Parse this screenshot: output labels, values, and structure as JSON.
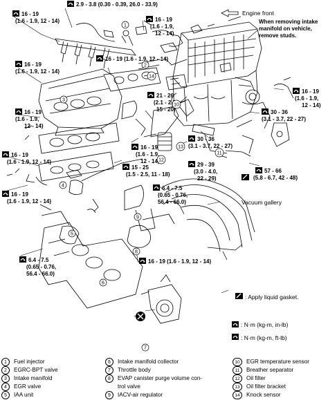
{
  "torque_labels": [
    {
      "id": "t1",
      "line1": "2.9 - 3.8 (0.30 - 0.39, 26.0 - 33.9)"
    },
    {
      "id": "t2",
      "line1": "16 - 19",
      "line2": "(1.6 - 1.9, 12 - 14)"
    },
    {
      "id": "t3",
      "line1": "16 - 19",
      "line2": "(1.6 - 1.9,",
      "line3": "12 - 14)"
    },
    {
      "id": "t4",
      "line1": "16 - 19 (1.6 - 1.9, 12 - 14)"
    },
    {
      "id": "t5",
      "line1": "16 - 19",
      "line2": "(1.6 - 1.9, 12 - 14)"
    },
    {
      "id": "t6",
      "line1": "16 - 19",
      "line2": "(1.6 - 1.9,",
      "line3": "12 - 14)"
    },
    {
      "id": "t7",
      "line1": "21 - 26",
      "line2": "(2.1 - 2.7,",
      "line3": "15 - 20)"
    },
    {
      "id": "t8",
      "line1": "16 - 19",
      "line2": "(1.6 - 1.9,",
      "line3": "12 - 14)"
    },
    {
      "id": "t9",
      "line1": "30 - 36",
      "line2": "(3.1 - 3.7, 22 - 27)"
    },
    {
      "id": "t10",
      "line1": "16 - 19",
      "line2": "(1.6 - 1.9, 12 - 14)"
    },
    {
      "id": "t11",
      "line1": "30 - 36",
      "line2": "(3.1 - 3.7, 22 - 27)"
    },
    {
      "id": "t12",
      "line1": "16 - 19",
      "line2": "(1.6 - 1.9,",
      "line3": "12 - 14)"
    },
    {
      "id": "t13",
      "line1": "29 - 39",
      "line2": "(3.0 - 4.0,",
      "line3": "22 - 29)"
    },
    {
      "id": "t14",
      "line1": "15 - 25",
      "line2": "(1.5 - 2.5, 11 - 18)"
    },
    {
      "id": "t15",
      "line1": "57 - 66",
      "line2": "(5.8 - 6.7, 42 - 48)"
    },
    {
      "id": "t16",
      "line1": "16 - 19",
      "line2": "(1.6 - 1.9, 12 - 14)"
    },
    {
      "id": "t17",
      "line1": "6.4 - 7.5",
      "line2": "(0.65 - 0.76,",
      "line3": "56.4 - 66.0)"
    },
    {
      "id": "t18",
      "line1": "16 - 19 (1.6 - 1.9, 12 - 14)"
    },
    {
      "id": "t19",
      "line1": "6.4 - 7.5",
      "line2": "(0.65 - 0.76,",
      "line3": "56.4 - 66.0)"
    }
  ],
  "notes": {
    "engine_front": "Engine front",
    "removing_1": "When removing intake",
    "removing_2": "manifold on vehicle,",
    "removing_3": "remove studs.",
    "vacuum_gallery": "Vacuum gallery",
    "liquid_gasket": ": Apply liquid gasket.",
    "unit_inlb": ": N·m (kg-m, in-lb)",
    "unit_ftlb": ": N·m (kg-m, ft-lb)"
  },
  "legend": [
    {
      "num": "1",
      "label": "Fuel injector"
    },
    {
      "num": "2",
      "label": "EGRC-BPT valve"
    },
    {
      "num": "3",
      "label": "Intake manifold"
    },
    {
      "num": "4",
      "label": "EGR valve"
    },
    {
      "num": "5",
      "label": "IAA unit"
    },
    {
      "num": "6",
      "label": "Intake manifold collector"
    },
    {
      "num": "7",
      "label": "Throttle body"
    },
    {
      "num": "8",
      "label": "EVAP canister purge volume con-"
    },
    {
      "num": "",
      "label": "trol valve"
    },
    {
      "num": "9",
      "label": "IACV-air regulator"
    },
    {
      "num": "10",
      "label": "EGR temperature sensor"
    },
    {
      "num": "11",
      "label": "Breather separator"
    },
    {
      "num": "12",
      "label": "Oil filter"
    },
    {
      "num": "13",
      "label": "Oil filter bracket"
    },
    {
      "num": "14",
      "label": "Knock sensor"
    }
  ],
  "callouts": [
    "1",
    "2",
    "3",
    "4",
    "5",
    "6",
    "7",
    "8",
    "9",
    "10",
    "11",
    "12",
    "13",
    "14"
  ]
}
